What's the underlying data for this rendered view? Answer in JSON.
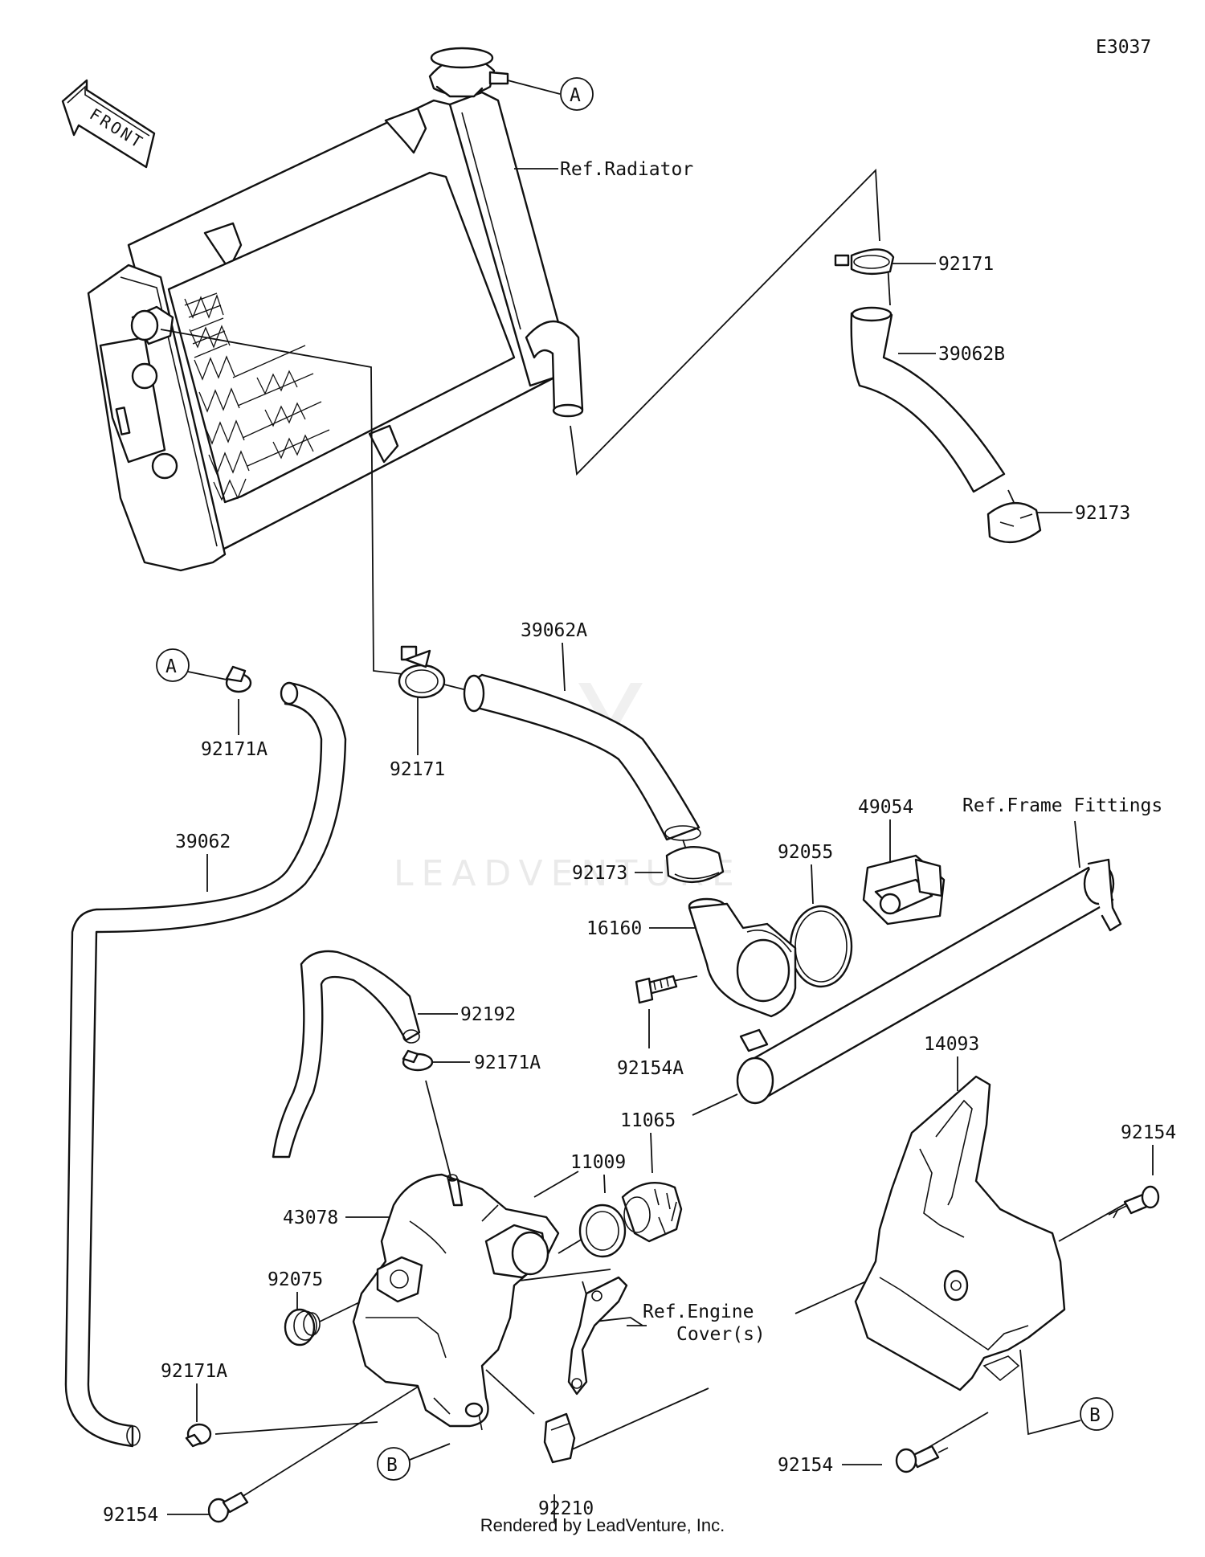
{
  "diagram_id": "E3037",
  "front_label": "FRONT",
  "watermark": "LEADVENTURE",
  "footer": "Rendered by LeadVenture, Inc.",
  "ref_labels": {
    "radiator": "Ref.Radiator",
    "frame_fittings": "Ref.Frame Fittings",
    "engine_cover_line1": "Ref.Engine",
    "engine_cover_line2": "Cover(s)"
  },
  "callouts": {
    "a": "A",
    "b": "B"
  },
  "parts": {
    "p92171_top": "92171",
    "p39062B": "39062B",
    "p92173_top": "92173",
    "p39062A": "39062A",
    "p92171A_top": "92171A",
    "p92171_mid": "92171",
    "p39062": "39062",
    "p92173_mid": "92173",
    "p49054": "49054",
    "p92055": "92055",
    "p16160": "16160",
    "p92192": "92192",
    "p92171A_mid": "92171A",
    "p92154A": "92154A",
    "p14093": "14093",
    "p11065": "11065",
    "p11009": "11009",
    "p92154_right": "92154",
    "p43078": "43078",
    "p92075": "92075",
    "p92171A_bot": "92171A",
    "p92154_right_bot": "92154",
    "p92154_left": "92154",
    "p92210": "92210"
  }
}
